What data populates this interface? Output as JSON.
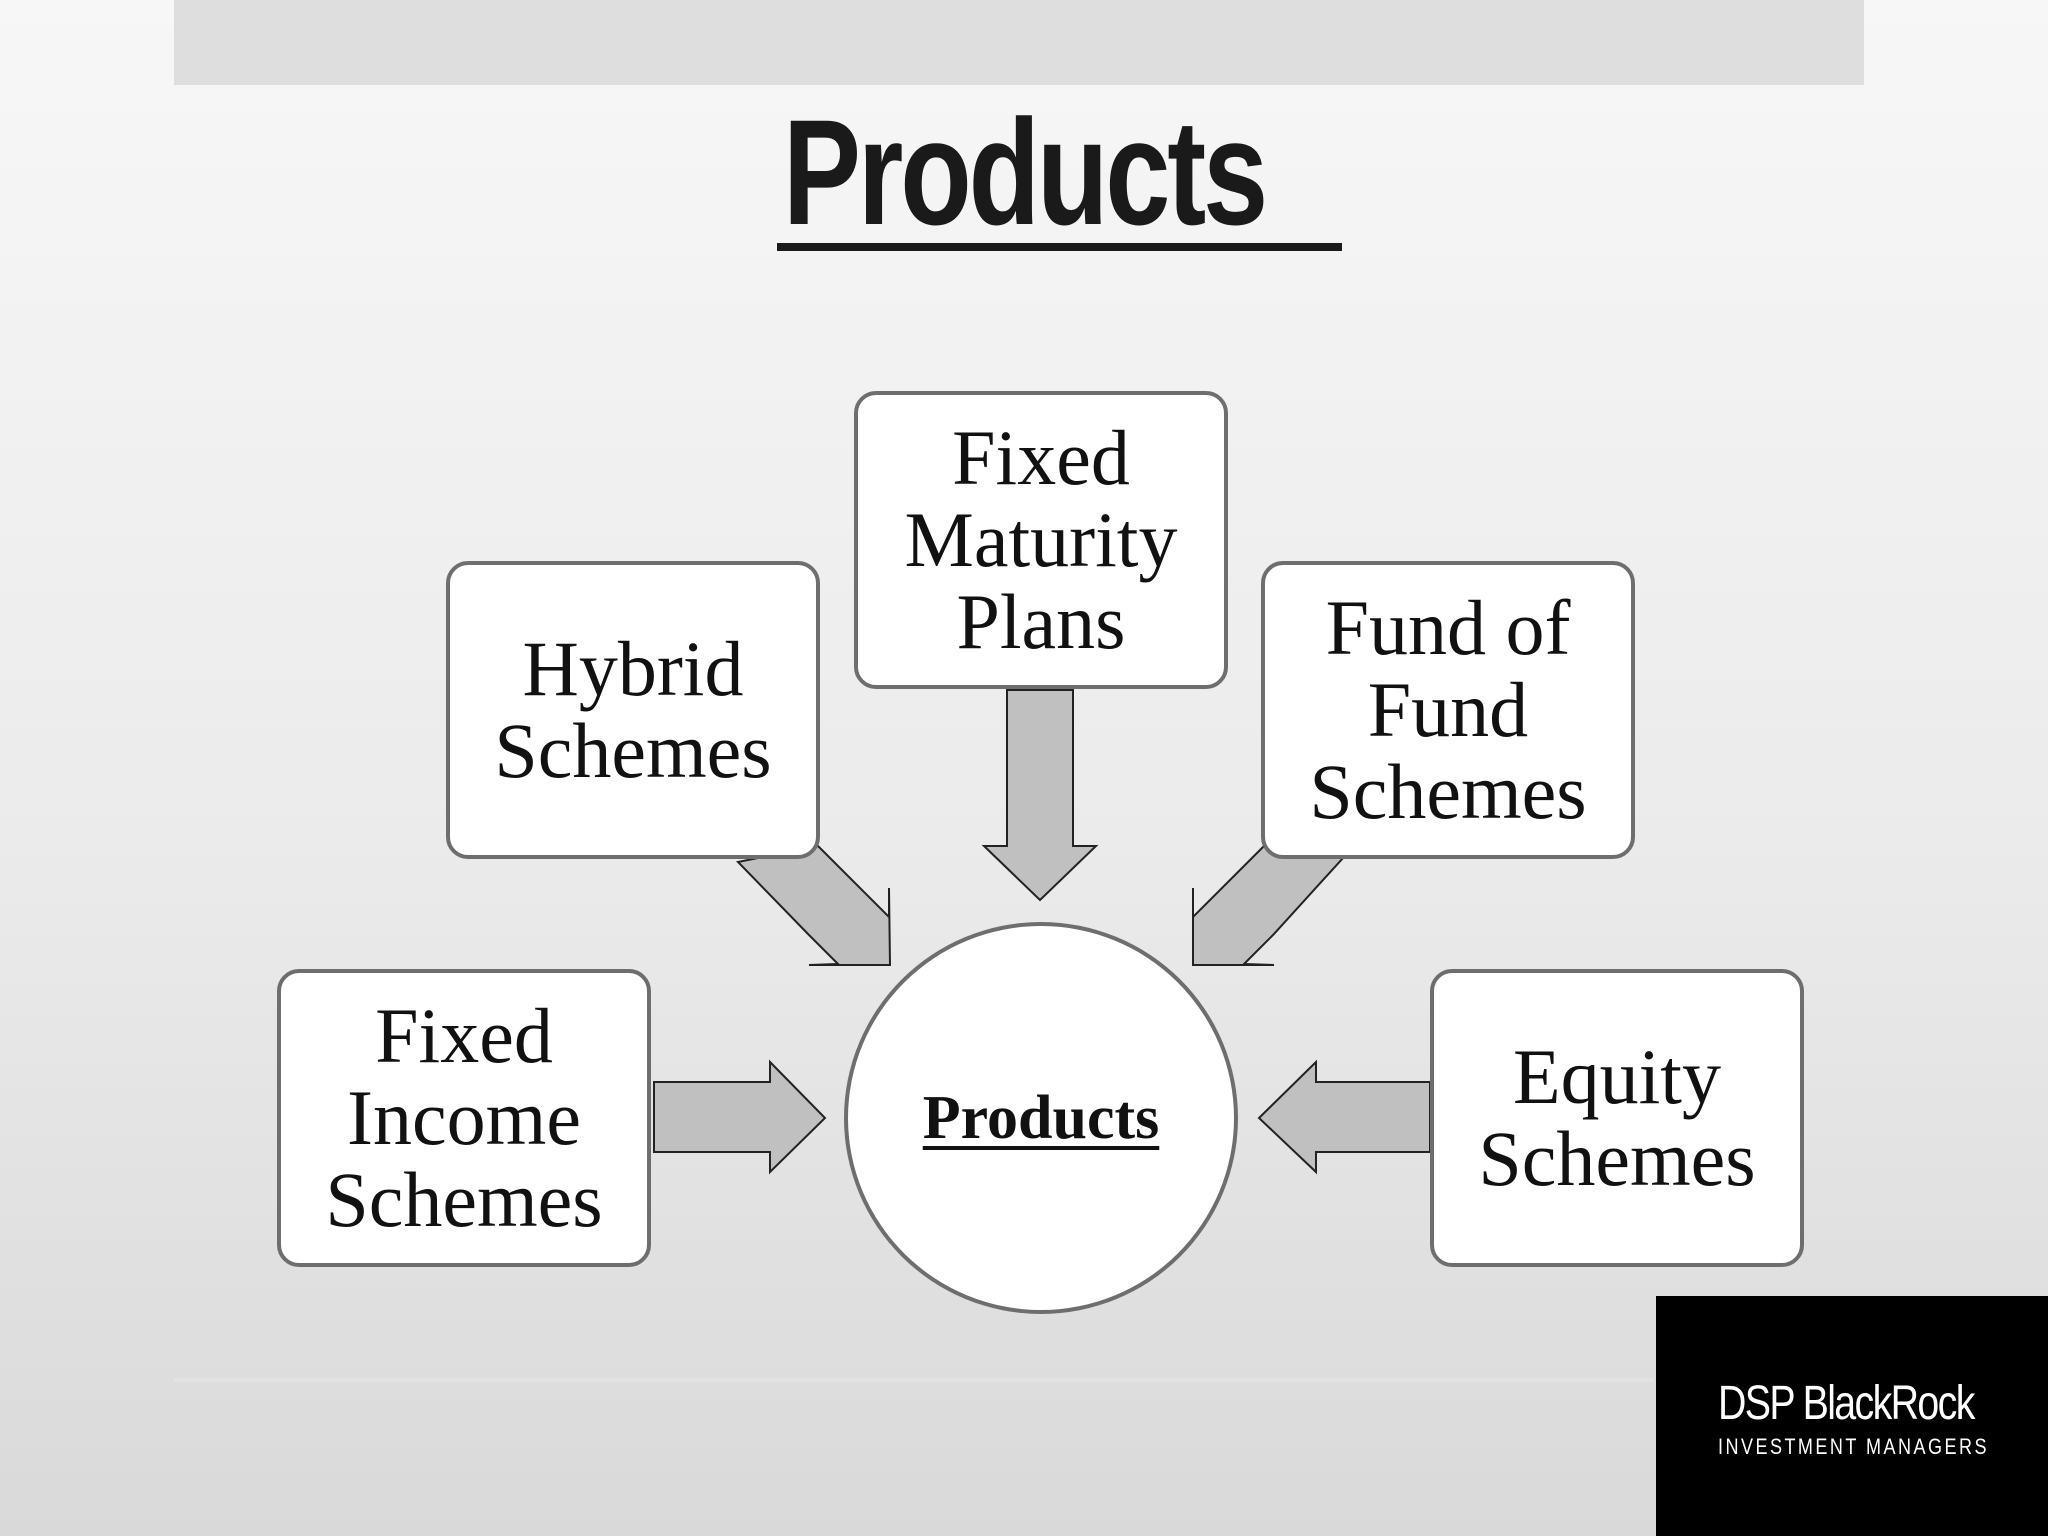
{
  "slide": {
    "title": "Products"
  },
  "diagram": {
    "center": "Products",
    "nodes": {
      "fixed_income": "Fixed\nIncome\nSchemes",
      "hybrid": "Hybrid\nSchemes",
      "fixed_maturity": "Fixed\nMaturity\nPlans",
      "fund_of_fund": "Fund of\nFund\nSchemes",
      "equity": "Equity\nSchemes"
    }
  },
  "logo": {
    "name": "DSP BlackRock",
    "tagline": "INVESTMENT MANAGERS"
  },
  "colors": {
    "arrow_fill": "#c0c0c0",
    "box_border": "#6e6e6e",
    "logo_background": "#000000"
  }
}
